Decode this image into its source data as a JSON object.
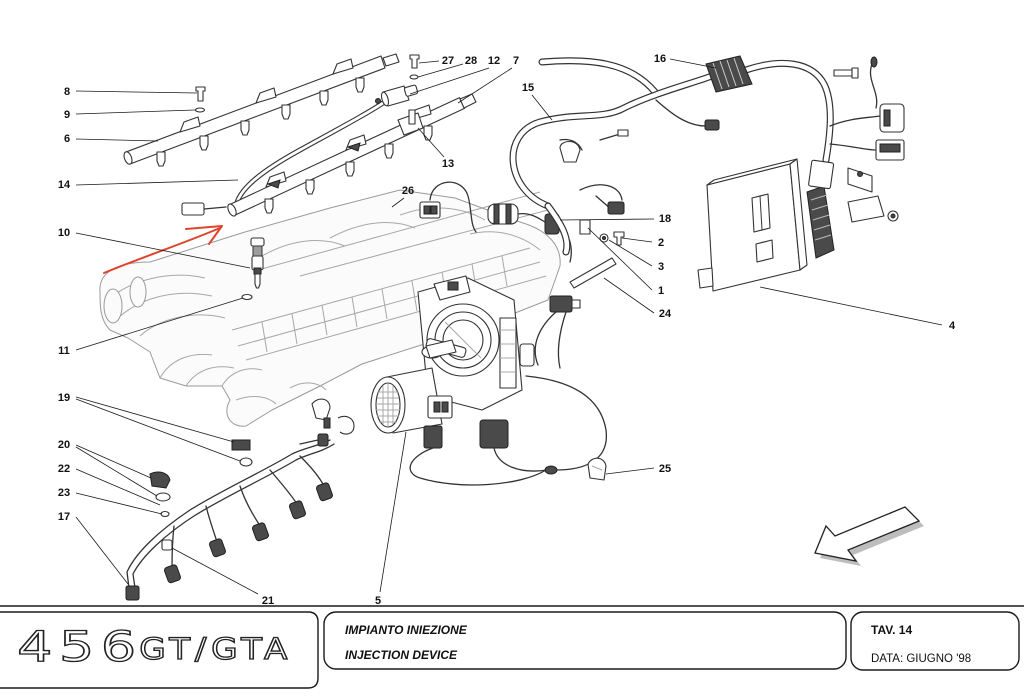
{
  "drawing": {
    "callouts": [
      "8",
      "9",
      "6",
      "14",
      "10",
      "11",
      "19",
      "20",
      "22",
      "23",
      "17",
      "21",
      "5",
      "27",
      "28",
      "12",
      "7",
      "13",
      "15",
      "16",
      "26",
      "18",
      "2",
      "3",
      "1",
      "24",
      "4",
      "25"
    ],
    "colors": {
      "line": "#333333",
      "annotation": "#e0442c",
      "faded": "#9a9a9a"
    },
    "icons": {
      "direction": "direction-arrow-icon",
      "annotation": "red-annotation-arrow"
    }
  },
  "title_block": {
    "logo": {
      "model": "456",
      "version": "GT/GTA"
    },
    "title_it": "IMPIANTO INIEZIONE",
    "title_en": "INJECTION DEVICE",
    "table": "TAV. 14",
    "date": "DATA: GIUGNO '98"
  }
}
